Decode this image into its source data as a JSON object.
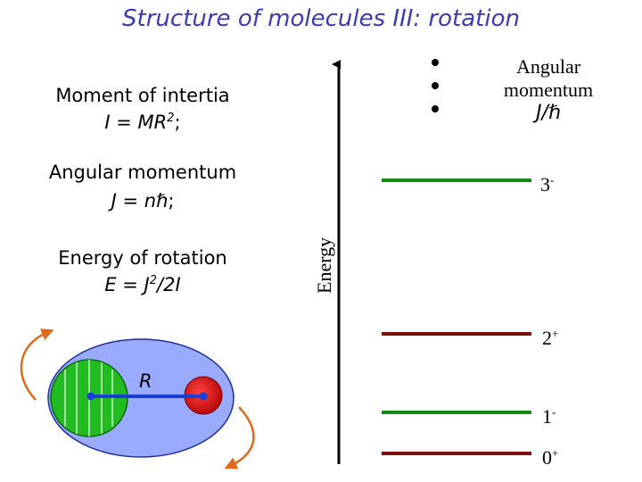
{
  "title": "Structure of molecules III: rotation",
  "moment_of_inertia": {
    "label": "Moment of intertia",
    "formula_pre": "I = MR",
    "formula_sup": "2",
    "formula_post": ";"
  },
  "angular_momentum": {
    "label": "Angular momentum",
    "formula_pre": "J = n",
    "hbar": "ℏ",
    "formula_post": ";"
  },
  "energy_of_rotation": {
    "label": "Energy of rotation",
    "formula_pre": "E = J",
    "formula_sup": "2",
    "formula_post": "/2I"
  },
  "axis_label": "Energy",
  "legend": {
    "line1": "Angular",
    "line2": "momentum",
    "line3_pre": "J/",
    "hbar": "ℏ"
  },
  "bond_label": "R",
  "colors": {
    "green_level": "#138a13",
    "red_level": "#7a0f0f",
    "ellipse": "#99aaff",
    "green_atom": "#22bb22",
    "red_atom": "#cc0000",
    "bond": "#1a3fd6",
    "arrow": "#e06a1a",
    "title": "#3b3bb5"
  },
  "levels": [
    {
      "label_main": "3",
      "label_sup": "-",
      "color": "green"
    },
    {
      "label_main": "2",
      "label_sup": "+",
      "color": "red"
    },
    {
      "label_main": "1",
      "label_sup": "-",
      "color": "green"
    },
    {
      "label_main": "0",
      "label_sup": "+",
      "color": "red"
    }
  ]
}
